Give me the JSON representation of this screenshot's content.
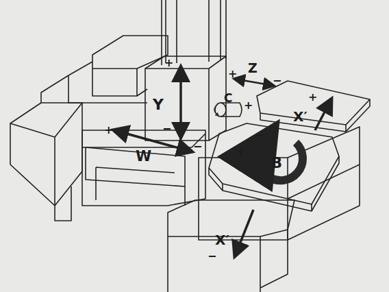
{
  "diagram": {
    "labels": [
      "+",
      "Z",
      "−",
      "+",
      "Y",
      "−",
      "C",
      "+",
      "+",
      "X′",
      "+",
      "W",
      "−",
      "−",
      "+",
      "B",
      "X′",
      "−"
    ]
  }
}
